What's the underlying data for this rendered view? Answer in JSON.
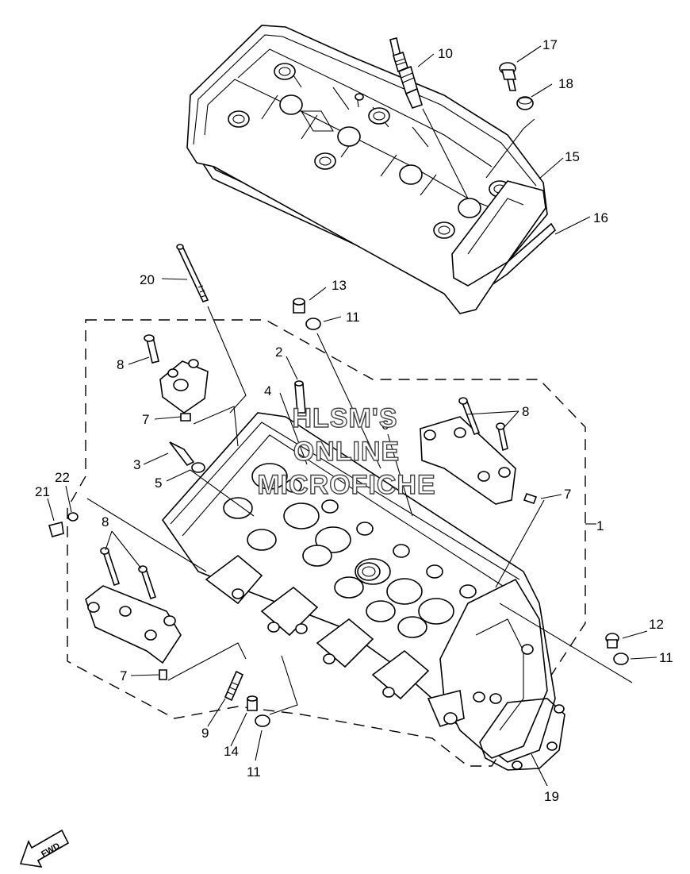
{
  "watermark": {
    "line1": "HLSM'S",
    "line2": "ONLINE",
    "line3": "MICROFICHE"
  },
  "fwd_label": "FWD",
  "callouts": [
    {
      "id": "c1",
      "text": "1"
    },
    {
      "id": "c2",
      "text": "2"
    },
    {
      "id": "c3",
      "text": "3"
    },
    {
      "id": "c4",
      "text": "4"
    },
    {
      "id": "c5",
      "text": "5"
    },
    {
      "id": "c6",
      "text": "6"
    },
    {
      "id": "c7a",
      "text": "7"
    },
    {
      "id": "c7b",
      "text": "7"
    },
    {
      "id": "c7c",
      "text": "7"
    },
    {
      "id": "c8a",
      "text": "8"
    },
    {
      "id": "c8b",
      "text": "8"
    },
    {
      "id": "c8c",
      "text": "8"
    },
    {
      "id": "c9",
      "text": "9"
    },
    {
      "id": "c10",
      "text": "10"
    },
    {
      "id": "c11a",
      "text": "11"
    },
    {
      "id": "c11b",
      "text": "11"
    },
    {
      "id": "c11c",
      "text": "11"
    },
    {
      "id": "c12",
      "text": "12"
    },
    {
      "id": "c13",
      "text": "13"
    },
    {
      "id": "c14",
      "text": "14"
    },
    {
      "id": "c15",
      "text": "15"
    },
    {
      "id": "c16",
      "text": "16"
    },
    {
      "id": "c17",
      "text": "17"
    },
    {
      "id": "c18",
      "text": "18"
    },
    {
      "id": "c19",
      "text": "19"
    },
    {
      "id": "c20",
      "text": "20"
    },
    {
      "id": "c21",
      "text": "21"
    },
    {
      "id": "c22",
      "text": "22"
    }
  ]
}
